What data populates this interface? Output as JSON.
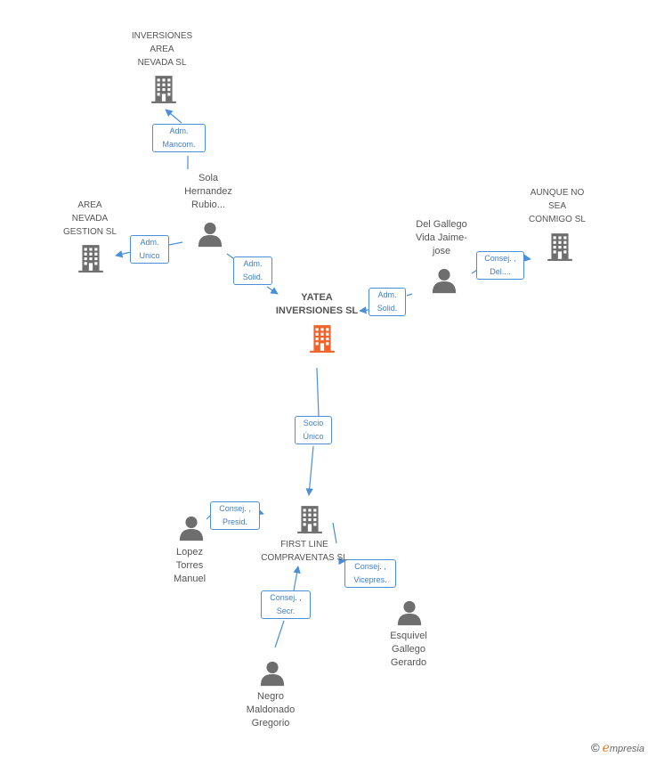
{
  "colors": {
    "edge": "#4a8fd8",
    "company": "#6e6e6e",
    "company_main": "#f0622c",
    "person": "#6e6e6e"
  },
  "nodes": [
    {
      "id": "yatea",
      "kind": "company",
      "main": true,
      "label": "YATEA\nINVERSIONES SL"
    },
    {
      "id": "inversiones",
      "kind": "company",
      "label": "INVERSIONES\nAREA\nNEVADA  SL"
    },
    {
      "id": "area",
      "kind": "company",
      "label": "AREA\nNEVADA\nGESTION  SL"
    },
    {
      "id": "aunque",
      "kind": "company",
      "label": "AUNQUE NO\nSEA\nCONMIGO SL"
    },
    {
      "id": "firstline",
      "kind": "company",
      "label": "FIRST LINE\nCOMPRAVENTAS SL"
    },
    {
      "id": "sola",
      "kind": "person",
      "label": "Sola\nHernandez\nRubio..."
    },
    {
      "id": "delgallego",
      "kind": "person",
      "label": "Del Gallego\nVida Jaime-\njose"
    },
    {
      "id": "lopez",
      "kind": "person",
      "label": "Lopez\nTorres\nManuel"
    },
    {
      "id": "esquivel",
      "kind": "person",
      "label": "Esquivel\nGallego\nGerardo"
    },
    {
      "id": "negro",
      "kind": "person",
      "label": "Negro\nMaldonado\nGregorio"
    }
  ],
  "edges": [
    {
      "id": "e1",
      "from": "sola",
      "to": "inversiones",
      "label": "Adm.\nMancom."
    },
    {
      "id": "e2",
      "from": "sola",
      "to": "area",
      "label": "Adm.\nUnico"
    },
    {
      "id": "e3",
      "from": "sola",
      "to": "yatea",
      "label": "Adm.\nSolid."
    },
    {
      "id": "e4",
      "from": "delgallego",
      "to": "yatea",
      "label": "Adm.\nSolid."
    },
    {
      "id": "e5",
      "from": "delgallego",
      "to": "aunque",
      "label": "Consej. ,\nDel...."
    },
    {
      "id": "e6",
      "from": "yatea",
      "to": "firstline",
      "label": "Socio\nÚnico"
    },
    {
      "id": "e7",
      "from": "lopez",
      "to": "firstline",
      "label": "Consej. ,\nPresid."
    },
    {
      "id": "e8",
      "from": "esquivel",
      "to": "firstline",
      "label": "Consej. ,\nVicepres."
    },
    {
      "id": "e9",
      "from": "negro",
      "to": "firstline",
      "label": "Consej. ,\nSecr."
    }
  ],
  "watermark": {
    "copyright": "©",
    "brand_initial": "e",
    "brand_rest": "mpresia"
  }
}
